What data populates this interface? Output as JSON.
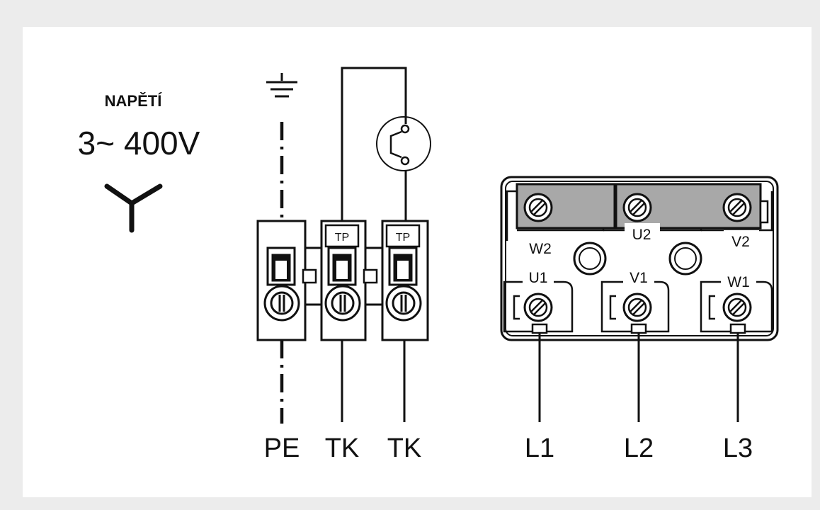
{
  "voltage": {
    "title": "NAPĚTÍ",
    "value": "3~ 400V"
  },
  "terminal_block": {
    "tp_labels": [
      "TP",
      "TP"
    ],
    "wire_labels": [
      "PE",
      "TK",
      "TK"
    ]
  },
  "motor_terminals": {
    "top_labels": [
      "W2",
      "U2",
      "V2"
    ],
    "middle_labels": [
      "U1",
      "V1",
      "W1"
    ],
    "line_labels": [
      "L1",
      "L2",
      "L3"
    ]
  },
  "colors": {
    "ink": "#111111",
    "bridge_fill": "#a8a8a8",
    "background": "#ececec",
    "panel": "#ffffff"
  }
}
